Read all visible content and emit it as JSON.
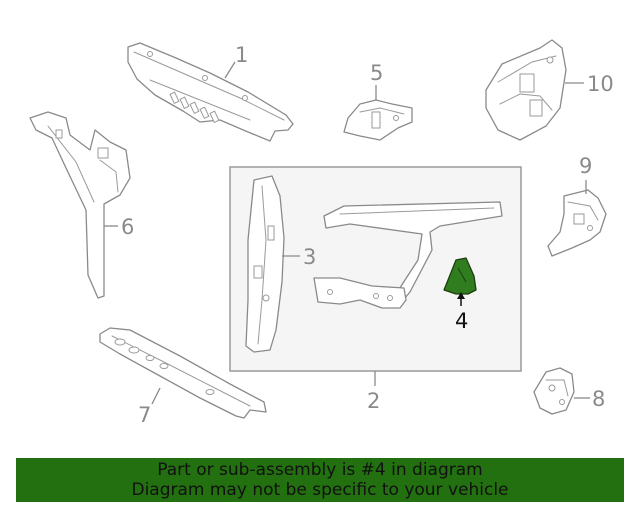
{
  "callouts": {
    "c1": "1",
    "c2": "2",
    "c3": "3",
    "c4": "4",
    "c5": "5",
    "c6": "6",
    "c7": "7",
    "c8": "8",
    "c9": "9",
    "c10": "10"
  },
  "highlighted_part": "4",
  "colors": {
    "highlight_fill": "#2f7d1e",
    "banner_background": "#237010",
    "line_art": "#8a8a8a",
    "group_box_background": "#f5f5f5"
  },
  "banner": {
    "line1": "Part or sub-assembly is #4 in diagram",
    "line2": "Diagram may not be specific to your vehicle"
  }
}
